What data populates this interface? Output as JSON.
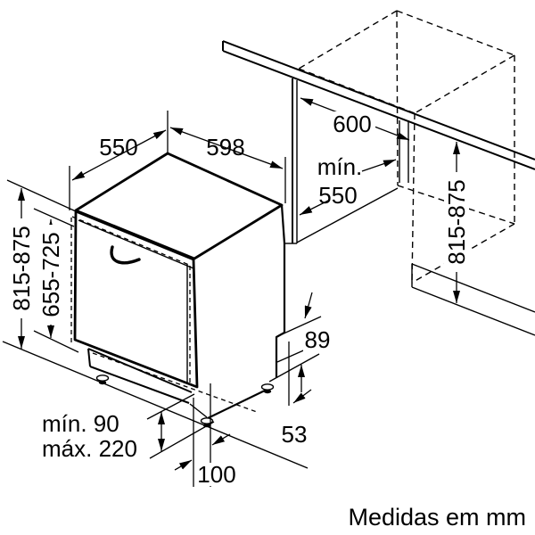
{
  "diagram": {
    "caption": "Medidas em mm",
    "labels": {
      "top_depth": "550",
      "top_width": "598",
      "niche_width": "600",
      "niche_depth_line1": "mín.",
      "niche_depth_line2": "550",
      "appliance_height": "815-875",
      "door_panel_height": "655-725",
      "niche_height": "815-875",
      "rear_step": "89",
      "rear_offset": "53",
      "foot_recess": "100",
      "plinth_min": "mín. 90",
      "plinth_max": "máx. 220"
    },
    "colors": {
      "line": "#000000",
      "background": "#ffffff"
    }
  }
}
